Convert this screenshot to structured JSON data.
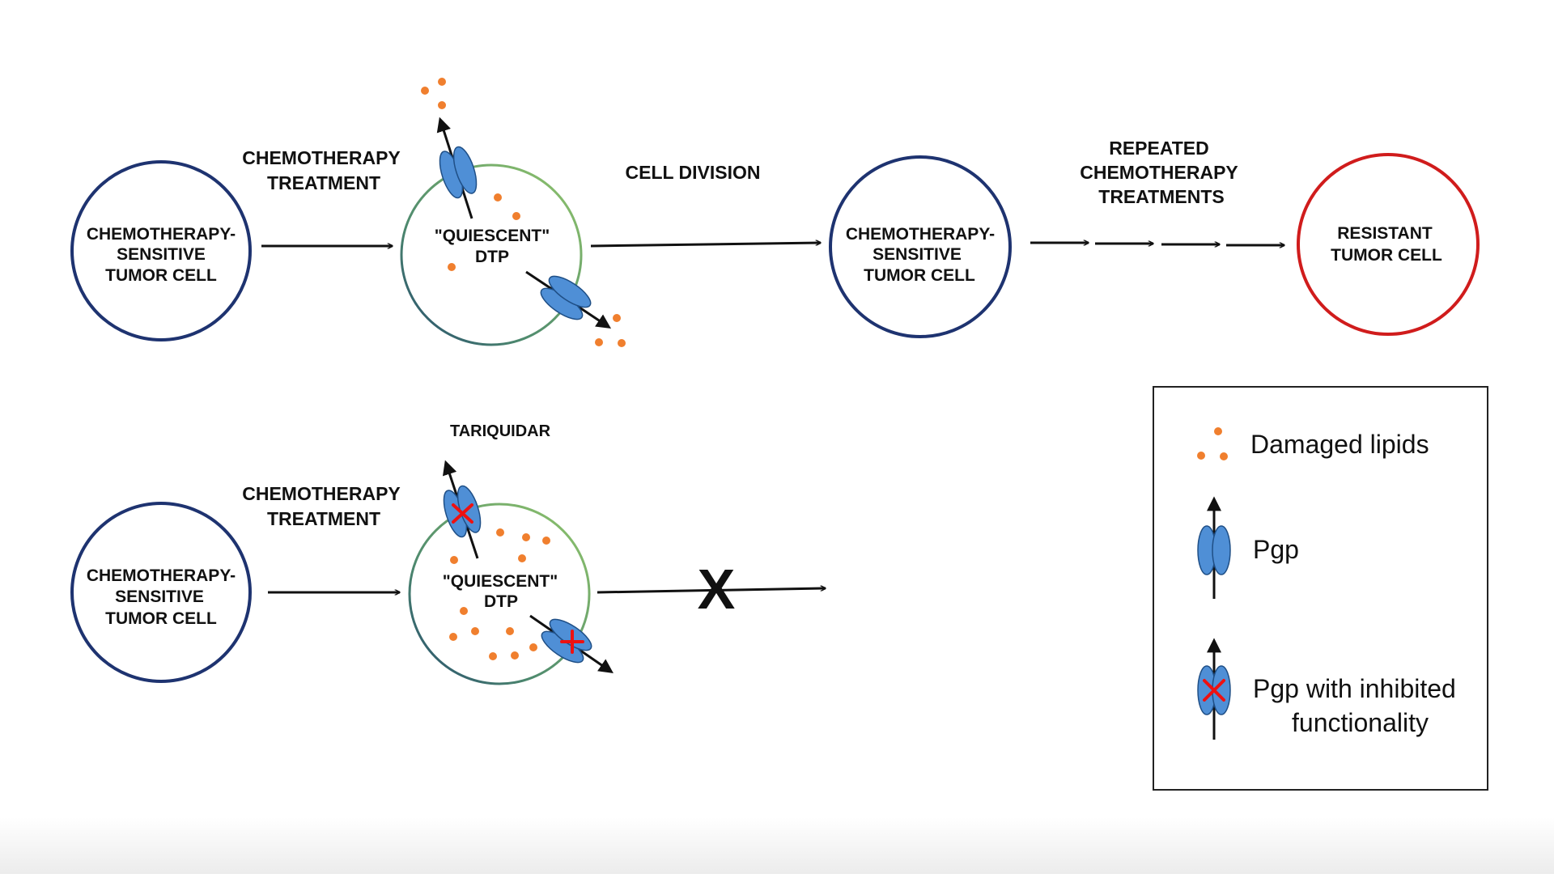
{
  "top_row": {
    "cell_sensitive_lines": [
      "CHEMOTHERAPY-",
      "SENSITIVE",
      "TUMOR CELL"
    ],
    "treatment_lines": [
      "CHEMOTHERAPY",
      "TREATMENT"
    ],
    "dtp_lines": [
      "\"QUIESCENT\"",
      "DTP"
    ],
    "division_label": "CELL DIVISION",
    "daughter_cell_lines": [
      "CHEMOTHERAPY-",
      "SENSITIVE",
      "TUMOR CELL"
    ],
    "repeated_lines": [
      "REPEATED",
      "CHEMOTHERAPY",
      "TREATMENTS"
    ],
    "resistant_lines": [
      "RESISTANT",
      "TUMOR CELL"
    ]
  },
  "bottom_row": {
    "cell_sensitive_lines": [
      "CHEMOTHERAPY-",
      "SENSITIVE",
      "TUMOR CELL"
    ],
    "tariquidar_label": "TARIQUIDAR",
    "treatment_lines": [
      "CHEMOTHERAPY",
      "TREATMENT"
    ],
    "dtp_lines": [
      "\"QUIESCENT\"",
      "DTP"
    ],
    "blocked_mark": "X"
  },
  "legend": {
    "damaged_lipids": "Damaged lipids",
    "pgp": "Pgp",
    "pgp_inhibited_lines": [
      "Pgp with inhibited",
      "functionality"
    ]
  },
  "colors": {
    "sensitive_cell": "#1e3370",
    "resistant_cell": "#d01c1c",
    "dtp_green": "#8cc36b",
    "lipid": "#f07f2e",
    "pgp_fill": "#4f8fd6",
    "inhibit_red": "#ee1111"
  }
}
